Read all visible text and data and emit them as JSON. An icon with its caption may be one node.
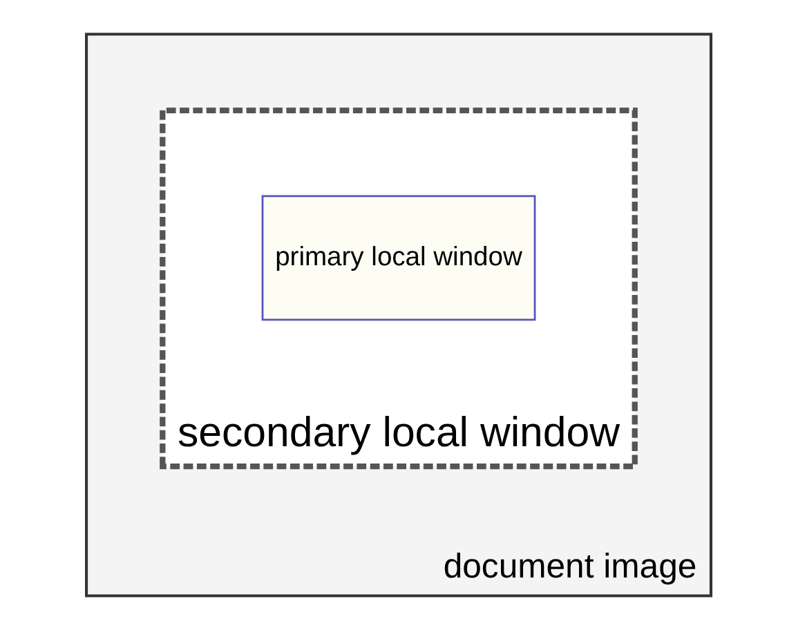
{
  "diagram": {
    "nodes": [
      {
        "text": [
          "document image"
        ]
      },
      {
        "text": [
          "secondary local window"
        ],
        "in": 0
      },
      {
        "text": [
          "primary local window"
        ],
        "in": 1
      }
    ]
  }
}
